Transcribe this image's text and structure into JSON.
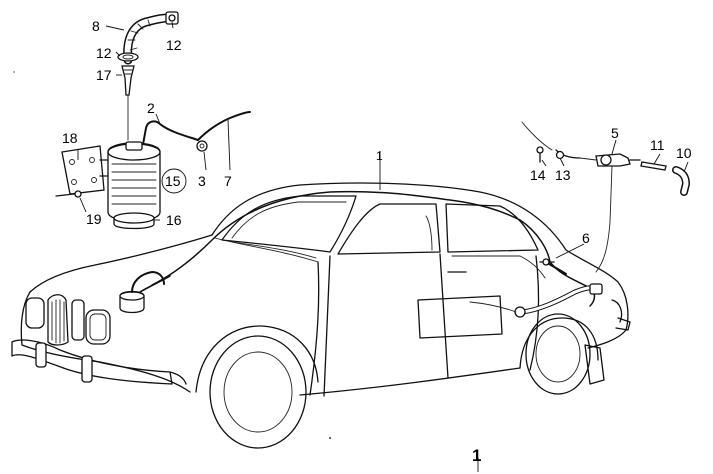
{
  "callouts": {
    "c8": "8",
    "c12a": "12",
    "c12b": "12",
    "c17": "17",
    "c2": "2",
    "c18": "18",
    "c3": "3",
    "c7": "7",
    "c15": "15",
    "c19": "19",
    "c16": "16",
    "c1": "1",
    "c5": "5",
    "c11": "11",
    "c10": "10",
    "c14": "14",
    "c13": "13",
    "c6": "6"
  },
  "page_number": "1"
}
